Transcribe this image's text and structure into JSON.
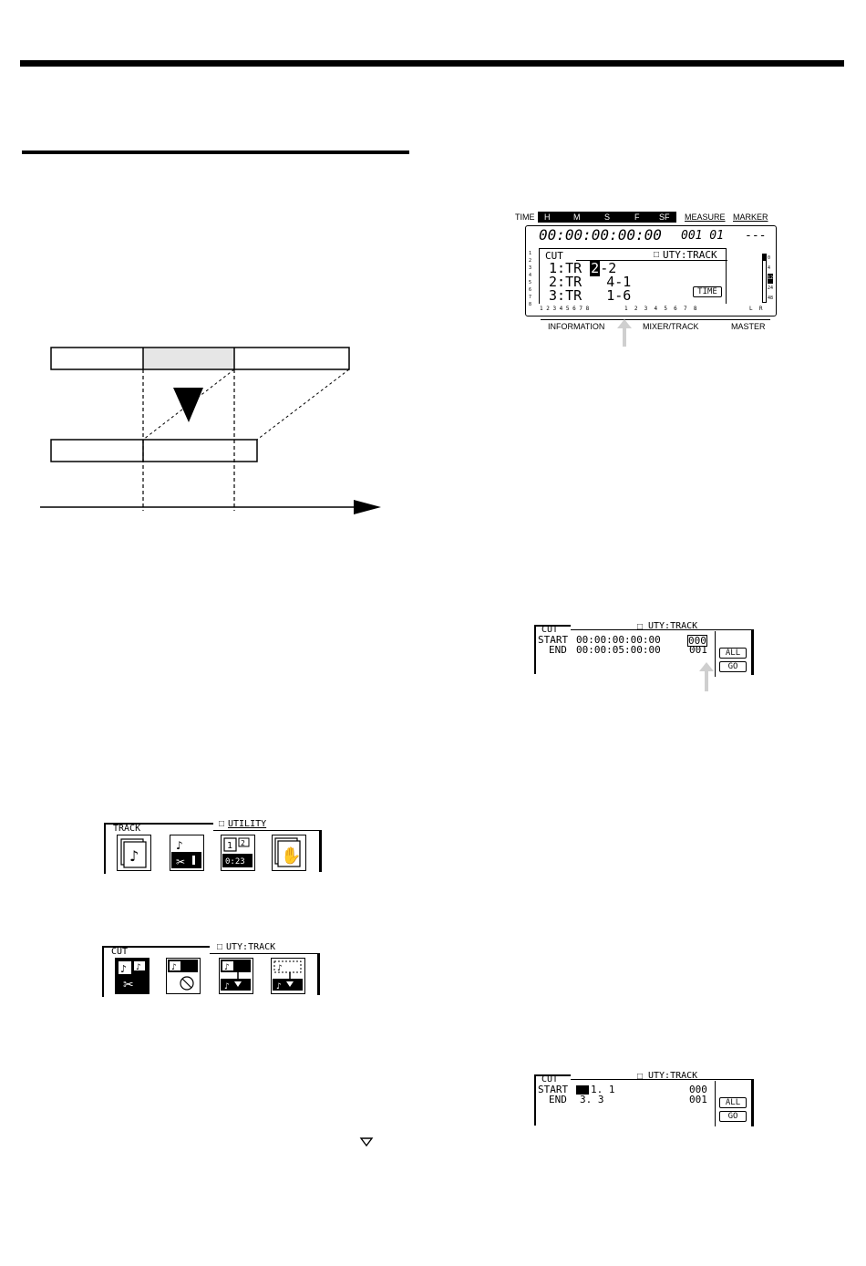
{
  "main_display": {
    "time_label": "TIME",
    "time_units": [
      "H",
      "M",
      "S",
      "F",
      "SF"
    ],
    "measure_label": "MEASURE",
    "marker_label": "MARKER",
    "time_readout": "00:00:00:00:00",
    "measure_readout": "001 01",
    "marker_readout": "---",
    "tab_label": "CUT",
    "screen_title": "UTY:TRACK",
    "rows": [
      {
        "num": "1",
        "sep": ":",
        "tr": "TR",
        "cursor": "2",
        "value": "-2"
      },
      {
        "num": "2",
        "sep": ":",
        "tr": "TR",
        "cursor": "",
        "value": "4-1"
      },
      {
        "num": "3",
        "sep": ":",
        "tr": "TR",
        "cursor": "",
        "value": "1-6"
      }
    ],
    "time_button": "TIME",
    "left_channel_numbers": [
      "1",
      "2",
      "3",
      "4",
      "5",
      "6",
      "7",
      "8"
    ],
    "bottom_numbers_info": "1 2 3 4 5 6 7 8",
    "bottom_numbers_mixer": "1  2  3  4  5  6  7  8",
    "bottom_lr": "L  R",
    "meter_scale": [
      "0",
      "4",
      "12",
      "24",
      "48"
    ],
    "section_labels": [
      "INFORMATION",
      "MIXER/TRACK",
      "MASTER"
    ]
  },
  "cut_time_display": {
    "tab_label": "CUT",
    "screen_title": "UTY:TRACK",
    "start_label": "START",
    "start_value": "00:00:00:00:00",
    "start_measure": "000",
    "end_label": "END",
    "end_value": "00:00:05:00:00",
    "end_measure": "001",
    "all_button": "ALL",
    "go_button": "GO"
  },
  "track_utility_display": {
    "tab_label": "TRACK",
    "screen_title": "UTILITY",
    "icons": [
      "track-copy-icon",
      "track-edit-icon",
      "track-number-time-icon",
      "track-hand-icon"
    ],
    "icon_texts": {
      "num1": "1",
      "num2": "2",
      "time": "0:23"
    }
  },
  "cut_icons_display": {
    "tab_label": "CUT",
    "screen_title": "UTY:TRACK",
    "icons": [
      "cut-scissors-icon",
      "erase-icon",
      "insert-icon",
      "move-icon"
    ]
  },
  "cut_measure_display": {
    "tab_label": "CUT",
    "screen_title": "UTY:TRACK",
    "start_label": "START",
    "start_value": "1. 1",
    "start_measure": "000",
    "end_label": "END",
    "end_value": "3. 3",
    "end_measure": "001",
    "all_button": "ALL",
    "go_button": "GO"
  },
  "colors": {
    "lcd_ink": "#000000",
    "highlight_fill": "#e6e6e6",
    "pointer_arrow": "#cccccc"
  }
}
